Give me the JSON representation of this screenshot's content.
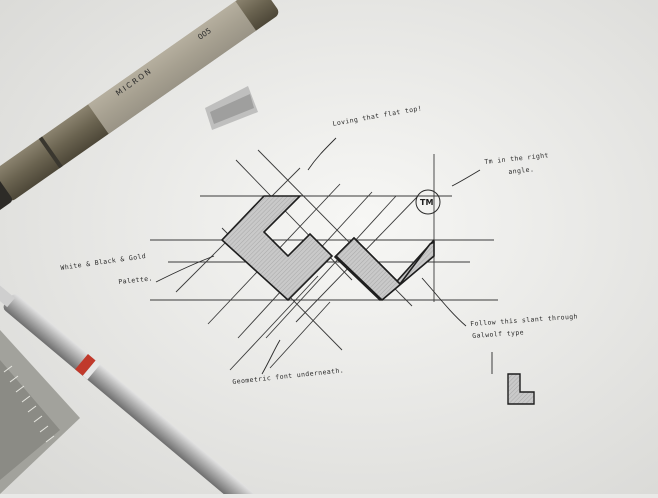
{
  "annotations": {
    "top": "Loving that flat top!",
    "top_right_1": "Tm in the right",
    "top_right_2": "angle.",
    "left_1": "White & Black & Gold",
    "left_2": "Palette.",
    "bottom": "Geometric font underneath.",
    "right_1": "Follow this slant through",
    "right_2": "Galwolf type"
  },
  "trademark": "TM",
  "pen": {
    "brand": "MICRON",
    "size": "005"
  },
  "colors": {
    "paper": "#f5f5f3",
    "ink": "#222222",
    "shade": "#bdbdbd",
    "pen_body": "#6c6452",
    "pencil_body": "#b9b9b9",
    "pencil_band": "#c0392b",
    "ruler": "#9a9a94"
  }
}
